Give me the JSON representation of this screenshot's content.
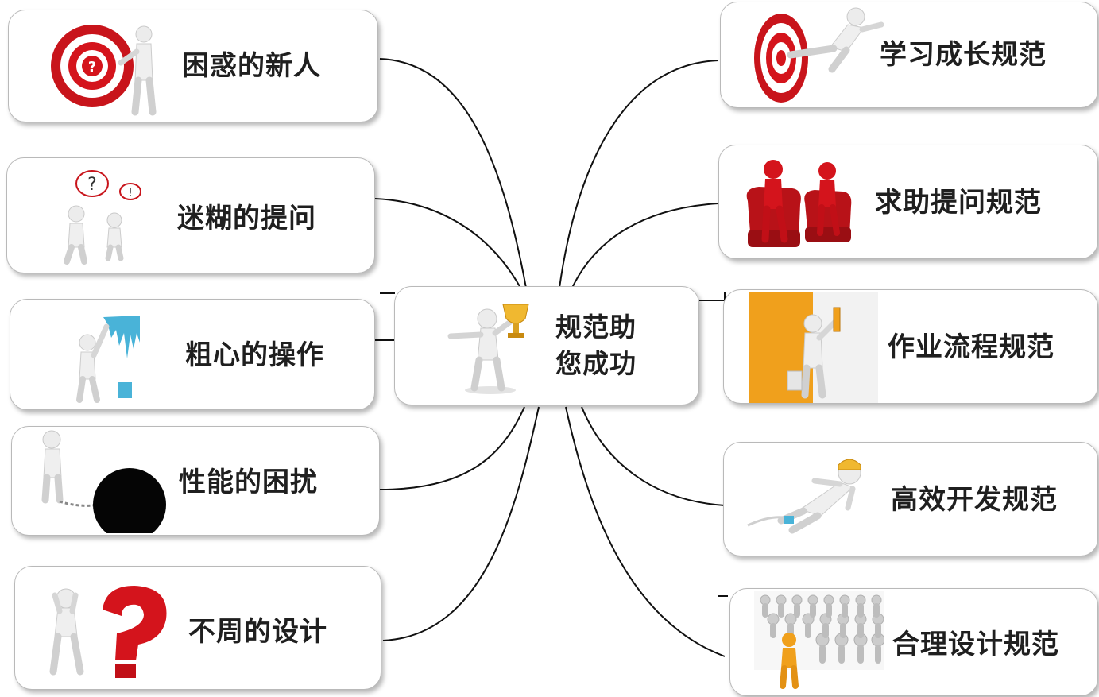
{
  "center": {
    "line1": "规范助",
    "line2": "您成功",
    "icon": "trophy-figure-icon"
  },
  "left": [
    {
      "label": "困惑的新人",
      "icon": "target-question-icon"
    },
    {
      "label": "迷糊的提问",
      "icon": "question-bubbles-icon"
    },
    {
      "label": "粗心的操作",
      "icon": "spilled-paint-icon"
    },
    {
      "label": "性能的困扰",
      "icon": "ball-and-chain-icon"
    },
    {
      "label": "不周的设计",
      "icon": "big-question-mark-icon"
    }
  ],
  "right": [
    {
      "label": "学习成长规范",
      "icon": "target-jump-icon"
    },
    {
      "label": "求助提问规范",
      "icon": "red-chairs-icon"
    },
    {
      "label": "作业流程规范",
      "icon": "paint-roller-icon"
    },
    {
      "label": "高效开发规范",
      "icon": "flying-figure-icon"
    },
    {
      "label": "合理设计规范",
      "icon": "crowd-leader-icon"
    }
  ],
  "colors": {
    "red": "#d4141c",
    "figure": "#e6e6e6",
    "orange": "#f0a01c",
    "blue": "#49b3d8",
    "line": "#111111"
  }
}
